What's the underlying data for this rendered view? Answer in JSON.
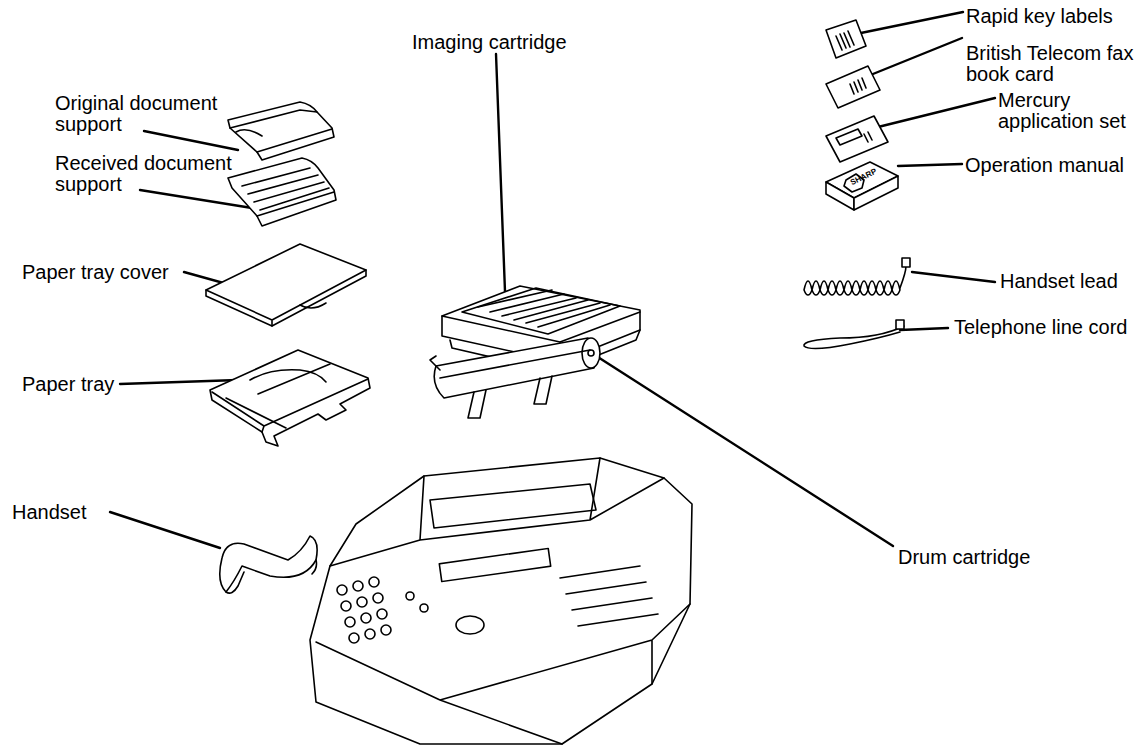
{
  "diagram": {
    "labels": [
      "Original document support",
      "Received document support",
      "Paper tray cover",
      "Paper tray",
      "Handset",
      "Imaging cartridge",
      "Drum cartridge",
      "Rapid key labels",
      "British Telecom fax book card",
      "Mercury application set",
      "Operation manual",
      "Handset lead",
      "Telephone line cord",
      "SHARP"
    ]
  }
}
